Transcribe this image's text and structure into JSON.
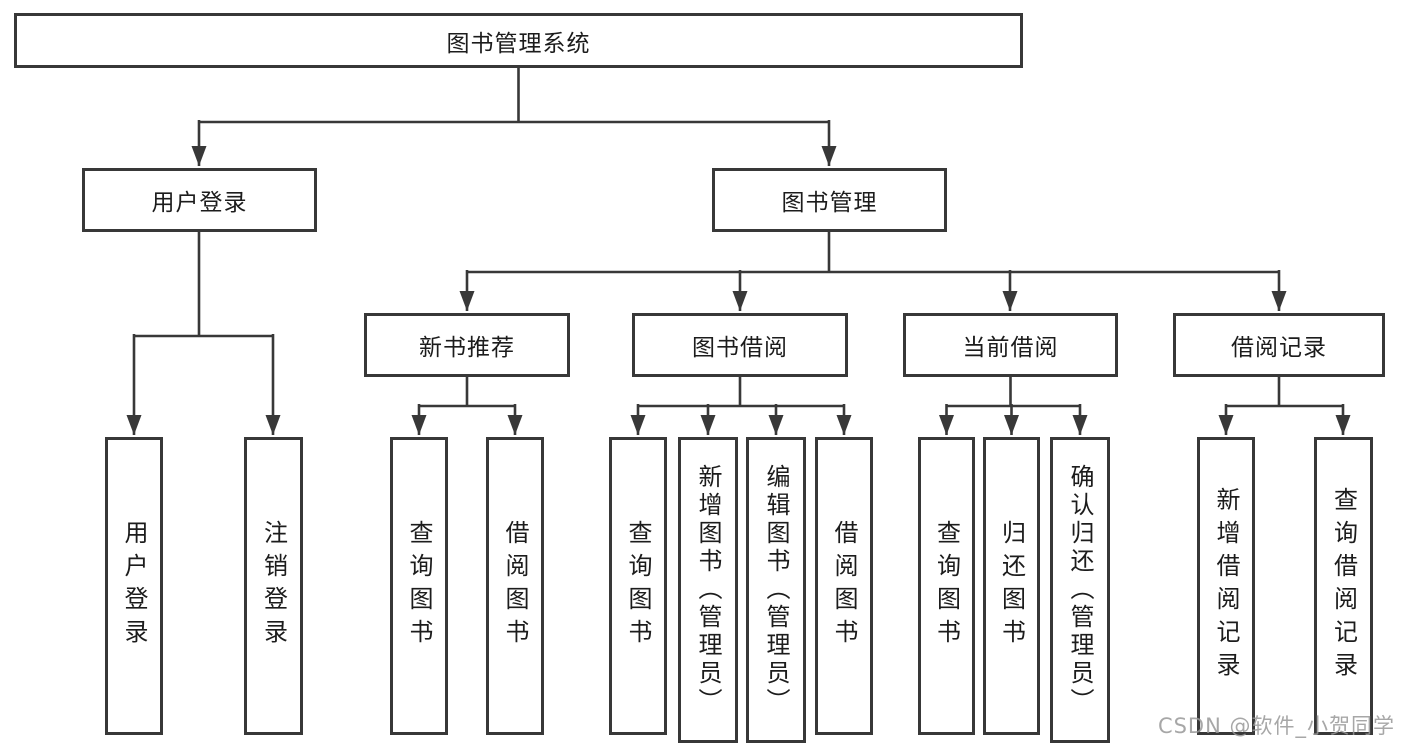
{
  "tree": {
    "root": "图书管理系统",
    "children": [
      {
        "label": "用户登录",
        "children": [
          {
            "label": "用户登录"
          },
          {
            "label": "注销登录"
          }
        ]
      },
      {
        "label": "图书管理",
        "children": [
          {
            "label": "新书推荐",
            "children": [
              {
                "label": "查询图书"
              },
              {
                "label": "借阅图书"
              }
            ]
          },
          {
            "label": "图书借阅",
            "children": [
              {
                "label": "查询图书"
              },
              {
                "label": "新增图书（管理员）"
              },
              {
                "label": "编辑图书（管理员）"
              },
              {
                "label": "借阅图书"
              }
            ]
          },
          {
            "label": "当前借阅",
            "children": [
              {
                "label": "查询图书"
              },
              {
                "label": "归还图书"
              },
              {
                "label": "确认归还（管理员）"
              }
            ]
          },
          {
            "label": "借阅记录",
            "children": [
              {
                "label": "新增借阅记录"
              },
              {
                "label": "查询借阅记录"
              }
            ]
          }
        ]
      }
    ]
  },
  "watermark": {
    "text": "CSDN @软件_小贺同学"
  },
  "colors": {
    "line": "#383838",
    "box_border": "#383838",
    "box_background": "#ffffff",
    "text": "#1c1c1c",
    "watermark": "#989898",
    "page_background": "#ffffff"
  }
}
